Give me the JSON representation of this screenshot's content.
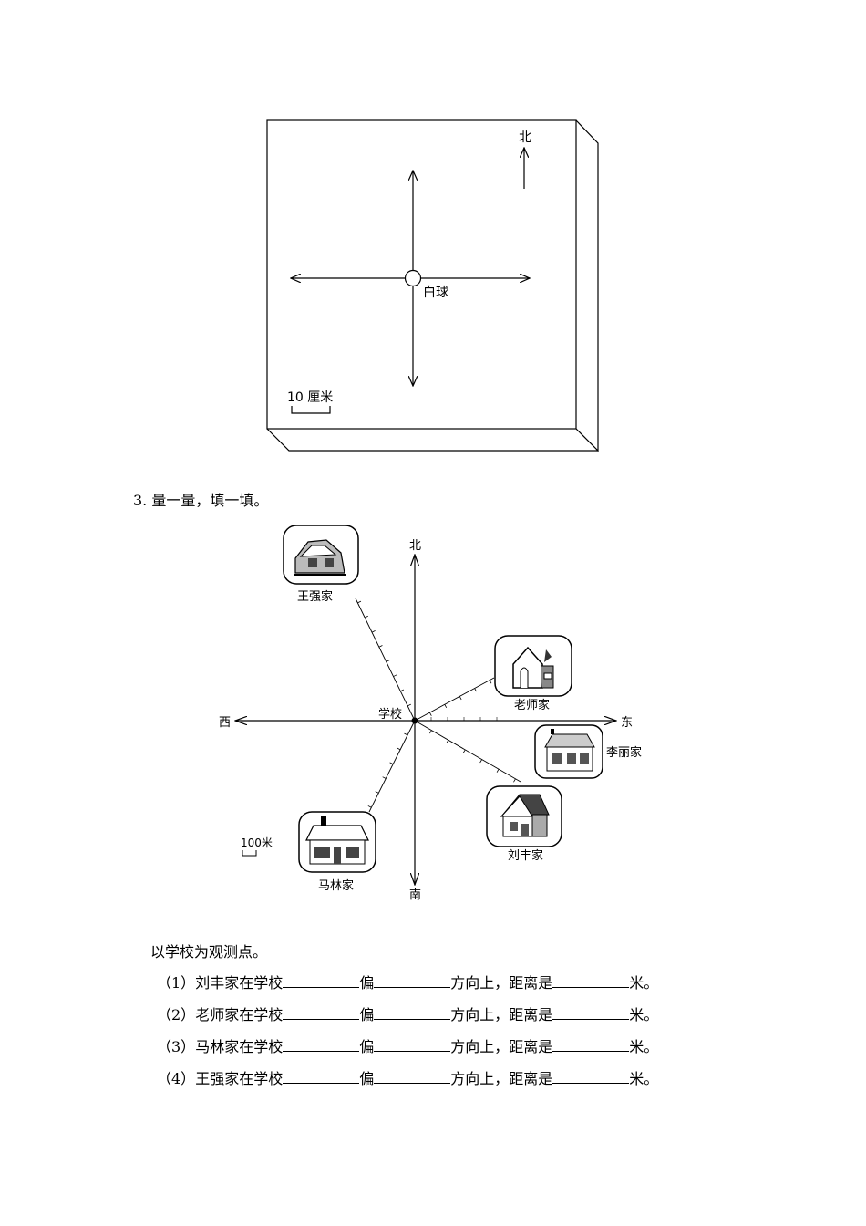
{
  "figure1": {
    "north_label": "北",
    "ball_label": "白球",
    "scale_label": "10 厘米"
  },
  "question": {
    "title": "3. 量一量，填一填。",
    "intro": "以学校为观测点。",
    "items": [
      {
        "num": "（1）",
        "prefix": "刘丰家在学校",
        "mid": "偏",
        "suffix": "方向上，距离是",
        "end": "米。"
      },
      {
        "num": "（2）",
        "prefix": "老师家在学校",
        "mid": "偏",
        "suffix": "方向上，距离是",
        "end": "米。"
      },
      {
        "num": "（3）",
        "prefix": "马林家在学校",
        "mid": "偏",
        "suffix": "方向上，距离是",
        "end": "米。"
      },
      {
        "num": "（4）",
        "prefix": "王强家在学校",
        "mid": "偏",
        "suffix": "方向上，距离是",
        "end": "米。"
      }
    ]
  },
  "map": {
    "north": "北",
    "south": "南",
    "east": "东",
    "west": "西",
    "school": "学校",
    "scale": "100米",
    "houses": {
      "wangqiang": "王强家",
      "teacher": "老师家",
      "lili": "李丽家",
      "liufeng": "刘丰家",
      "malin": "马林家"
    }
  }
}
